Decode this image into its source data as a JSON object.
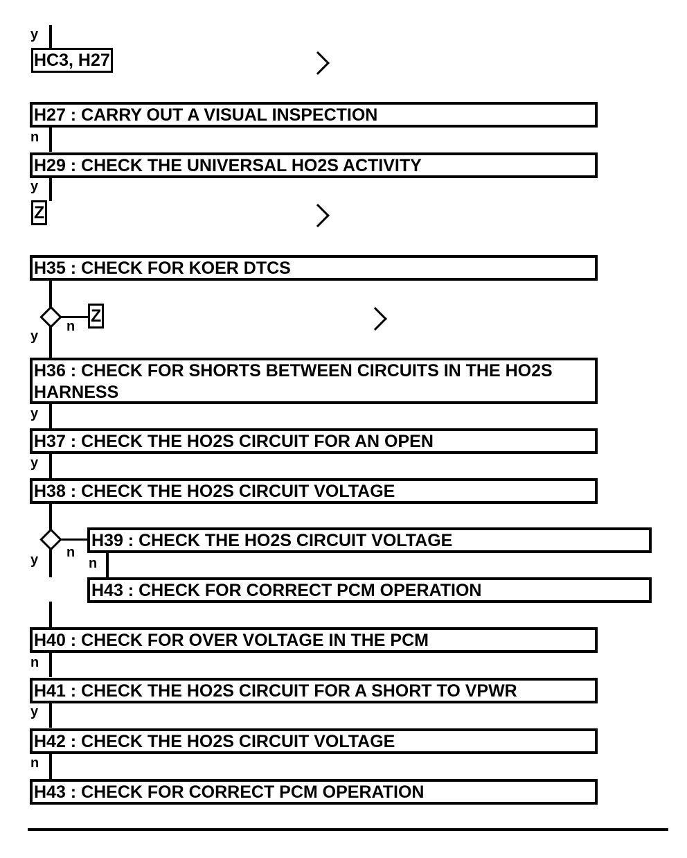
{
  "flow": {
    "refs": {
      "hc3_h27": "HC3, H27",
      "z1": "Z",
      "z2": "Z"
    },
    "steps": {
      "h27": "H27 : CARRY OUT A VISUAL INSPECTION",
      "h29": "H29 : CHECK THE UNIVERSAL HO2S ACTIVITY",
      "h35": "H35 : CHECK FOR KOER DTCS",
      "h36": "H36 : CHECK FOR SHORTS BETWEEN CIRCUITS IN THE HO2S HARNESS",
      "h37": "H37 : CHECK THE HO2S CIRCUIT FOR AN OPEN",
      "h38": "H38 : CHECK THE HO2S CIRCUIT VOLTAGE",
      "h39": "H39 : CHECK THE HO2S CIRCUIT VOLTAGE",
      "h43a": "H43 : CHECK FOR CORRECT PCM OPERATION",
      "h40": "H40 : CHECK FOR OVER VOLTAGE IN THE PCM",
      "h41": "H41 : CHECK THE HO2S CIRCUIT FOR A SHORT TO VPWR",
      "h42": "H42 : CHECK THE HO2S CIRCUIT VOLTAGE",
      "h43b": "H43 : CHECK FOR CORRECT PCM OPERATION"
    },
    "branch_labels": {
      "top_y": "y",
      "after_h27": "n",
      "after_h29": "y",
      "d1_y": "y",
      "d1_n": "n",
      "after_h36": "y",
      "after_h37": "y",
      "d2_y": "y",
      "d2_n": "n",
      "after_h39": "n",
      "after_h40": "n",
      "after_h41": "y",
      "after_h42": "n"
    }
  }
}
